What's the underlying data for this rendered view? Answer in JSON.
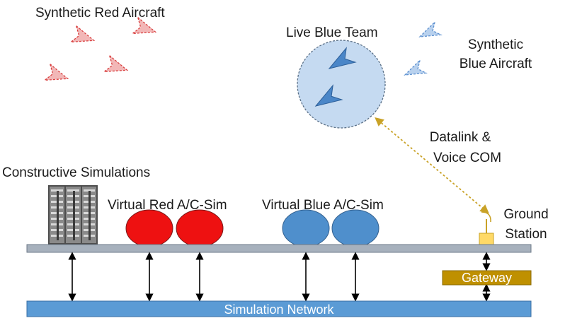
{
  "labels": {
    "synthetic_red": "Synthetic Red Aircraft",
    "live_blue_team": "Live Blue Team",
    "synthetic_blue_line1": "Synthetic",
    "synthetic_blue_line2": "Blue Aircraft",
    "datalink_line1": "Datalink &",
    "datalink_line2": "Voice COM",
    "constructive": "Constructive Simulations",
    "virtual_red": "Virtual Red A/C-Sim",
    "virtual_blue": "Virtual Blue A/C-Sim",
    "ground_line1": "Ground",
    "ground_line2": "Station",
    "gateway": "Gateway",
    "simulation_network": "Simulation Network"
  },
  "colors": {
    "red_sim": "#ee1111",
    "blue_sim": "#4f8fcc",
    "blue_team_circle": "#c5daf1",
    "synthetic_red_fill": "#f2b7b7",
    "synthetic_blue_fill": "#b8d1ee",
    "live_blue_aircraft": "#4a86c8",
    "network_bar": "#5b9bd5",
    "upper_bar": "#a7b1bd",
    "gateway": "#bf9000",
    "ground_station": "#ffd966",
    "datalink_line": "#c9a227"
  },
  "icons": {
    "server_rack": "server-rack-icon",
    "ground_antenna": "antenna-icon"
  }
}
